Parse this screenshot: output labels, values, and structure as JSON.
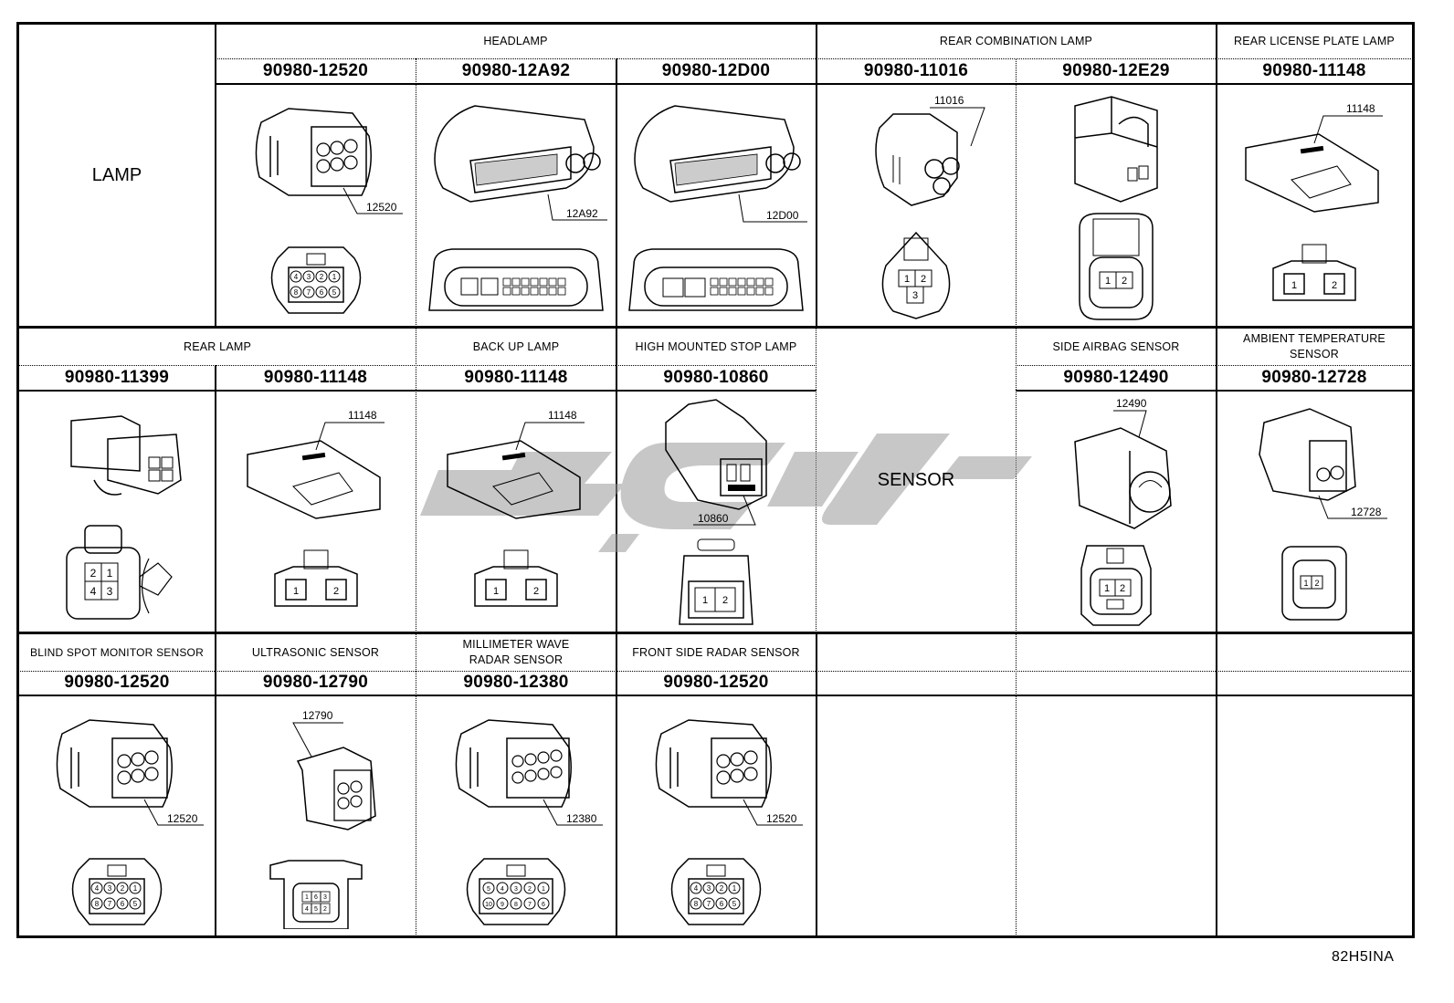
{
  "figure_id": "82H5INA",
  "watermark": "grey logo watermark",
  "groups": {
    "lamp": "LAMP",
    "sensor": "SENSOR"
  },
  "block1": {
    "headers": [
      {
        "label": "HEADLAMP"
      },
      {
        "label": "REAR COMBINATION LAMP"
      },
      {
        "label": "REAR LICENSE PLATE LAMP"
      }
    ],
    "connectors": [
      {
        "part": "90980-12520",
        "callout": "12520",
        "pins": [
          "4",
          "3",
          "2",
          "1",
          "8",
          "7",
          "6",
          "5"
        ]
      },
      {
        "part": "90980-12A92",
        "callout": "12A92",
        "pins": []
      },
      {
        "part": "90980-12D00",
        "callout": "12D00",
        "pins": []
      },
      {
        "part": "90980-11016",
        "callout": "11016",
        "pins": [
          "1",
          "2",
          "3"
        ]
      },
      {
        "part": "90980-12E29",
        "callout": "",
        "pins": [
          "1",
          "2"
        ]
      },
      {
        "part": "90980-11148",
        "callout": "11148",
        "pins": [
          "1",
          "2"
        ]
      }
    ]
  },
  "block2": {
    "headers": [
      {
        "label": "REAR LAMP"
      },
      {
        "label": "BACK UP LAMP"
      },
      {
        "label": "HIGH MOUNTED STOP LAMP"
      },
      {
        "label": "SIDE AIRBAG SENSOR"
      },
      {
        "label": "AMBIENT TEMPERATURE SENSOR"
      }
    ],
    "connectors": [
      {
        "part": "90980-11399",
        "callout": "",
        "pins": [
          "2",
          "1",
          "4",
          "3"
        ]
      },
      {
        "part": "90980-11148",
        "callout": "11148",
        "pins": [
          "1",
          "2"
        ]
      },
      {
        "part": "90980-11148",
        "callout": "11148",
        "pins": [
          "1",
          "2"
        ]
      },
      {
        "part": "90980-10860",
        "callout": "10860",
        "pins": [
          "1",
          "2"
        ]
      },
      {
        "part": "90980-12490",
        "callout": "12490",
        "pins": [
          "1",
          "2"
        ]
      },
      {
        "part": "90980-12728",
        "callout": "12728",
        "pins": [
          "1",
          "2"
        ]
      }
    ]
  },
  "block3": {
    "headers": [
      {
        "label": "BLIND SPOT MONITOR SENSOR"
      },
      {
        "label": "ULTRASONIC SENSOR"
      },
      {
        "label": "MILLIMETER WAVE RADAR SENSOR"
      },
      {
        "label": "FRONT SIDE RADAR SENSOR"
      },
      {
        "label": ""
      },
      {
        "label": ""
      },
      {
        "label": ""
      }
    ],
    "connectors": [
      {
        "part": "90980-12520",
        "callout": "12520",
        "pins": [
          "4",
          "3",
          "2",
          "1",
          "8",
          "7",
          "6",
          "5"
        ]
      },
      {
        "part": "90980-12790",
        "callout": "12790",
        "pins": [
          "1",
          "6",
          "3",
          "4",
          "5",
          "2"
        ]
      },
      {
        "part": "90980-12380",
        "callout": "12380",
        "pins": [
          "5",
          "4",
          "3",
          "2",
          "1",
          "10",
          "9",
          "8",
          "7",
          "6"
        ]
      },
      {
        "part": "90980-12520",
        "callout": "12520",
        "pins": [
          "4",
          "3",
          "2",
          "1",
          "8",
          "7",
          "6",
          "5"
        ]
      }
    ]
  }
}
